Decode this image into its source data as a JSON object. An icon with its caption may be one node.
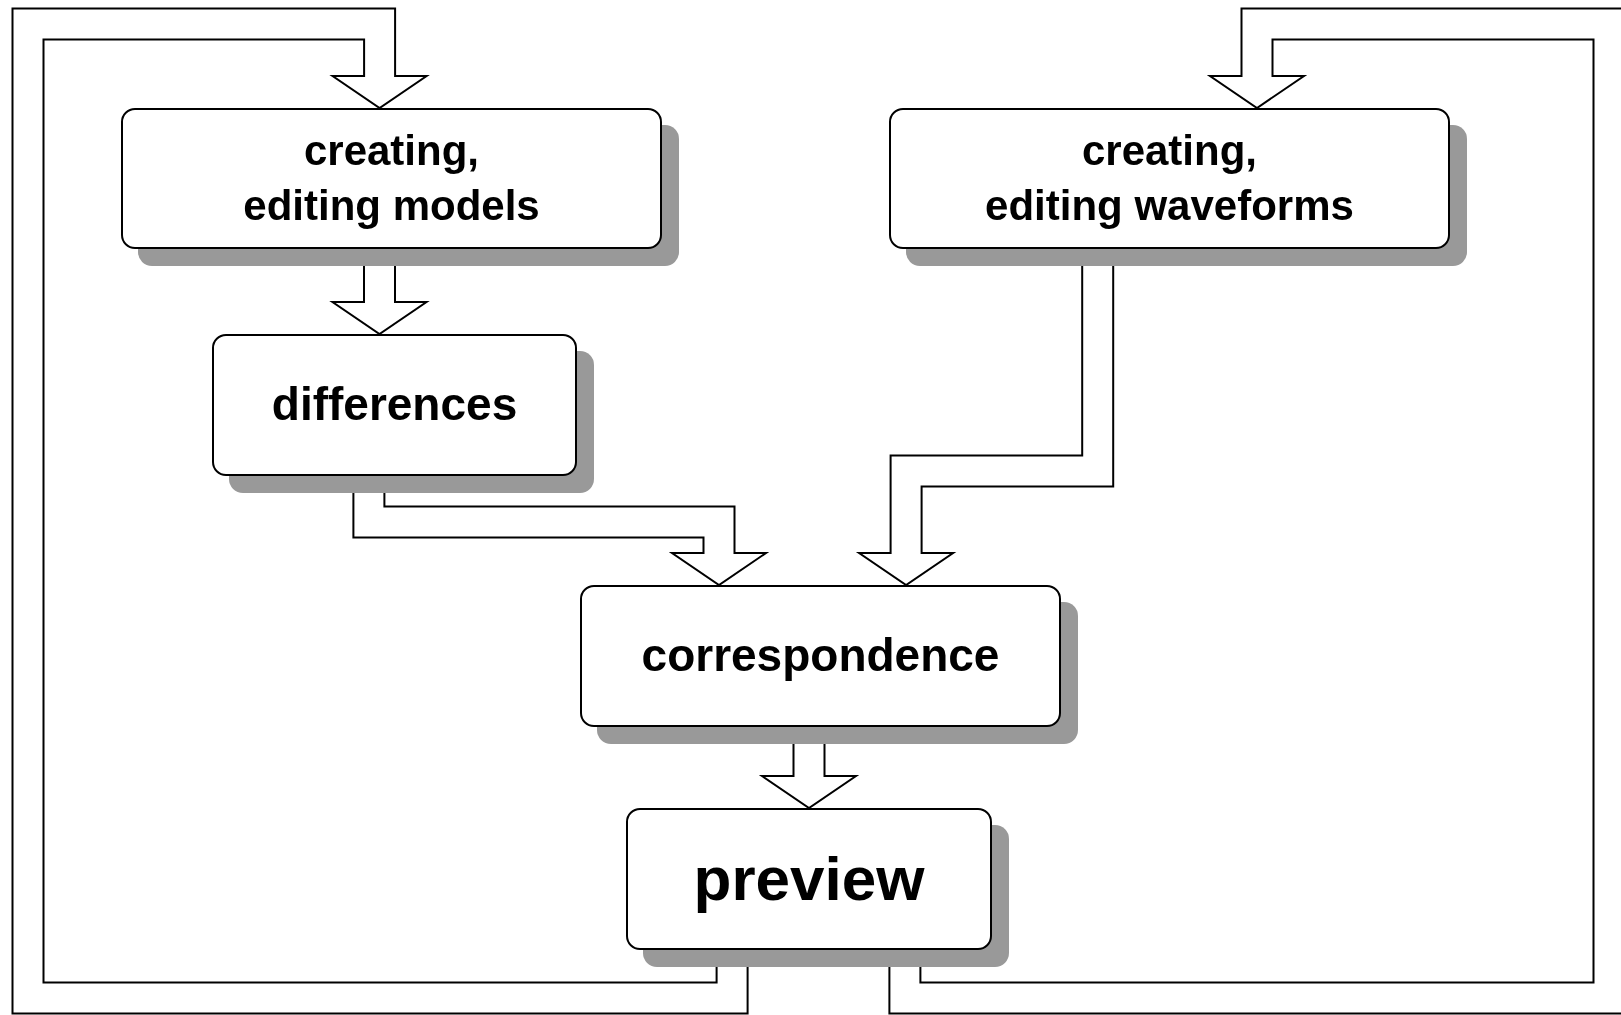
{
  "diagram": {
    "nodes": [
      {
        "text": [
          "creating, editing models"
        ]
      },
      {
        "text": [
          "creating, editing waveforms"
        ]
      },
      {
        "text": [
          "differences"
        ]
      },
      {
        "text": [
          "correspondence"
        ]
      },
      {
        "text": [
          "preview"
        ]
      }
    ],
    "edges": [
      {
        "from": 0,
        "to": 2,
        "arrow": "to"
      },
      {
        "from": 2,
        "to": 3,
        "arrow": "to"
      },
      {
        "from": 1,
        "to": 3,
        "arrow": "to"
      },
      {
        "from": 3,
        "to": 4,
        "arrow": "to"
      },
      {
        "from": 4,
        "to": 0,
        "arrow": "to"
      },
      {
        "from": 4,
        "to": 1,
        "arrow": "to"
      }
    ]
  }
}
